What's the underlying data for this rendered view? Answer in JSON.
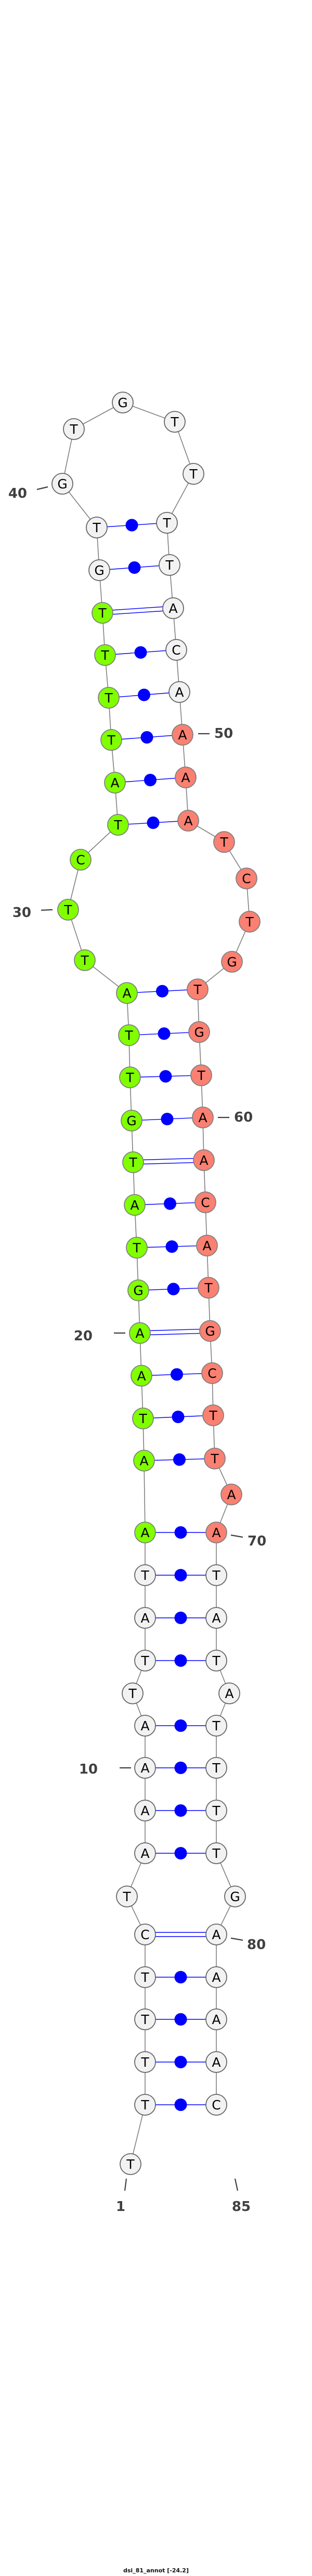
{
  "title": "dsi_81_annot [-24.2]",
  "colors": {
    "default_fill": "#f2f2f2",
    "green_fill": "#80ff00",
    "red_fill": "#fa8072",
    "backbone": "#808080",
    "pair": "#0000ff",
    "outline_default": "#666666",
    "outline_colored": "#808080"
  },
  "sequence": "TTTTTCTAAAATTATAATAAGTATGTTATTCTATTTTGTGTGTTTTACAAAATCTGTGTAACATGCTTAATATATTTTGAAAAC",
  "green_range": [
    16,
    37
  ],
  "red_range": [
    50,
    70
  ],
  "pairs": [
    [
      2,
      84,
      "single"
    ],
    [
      3,
      83,
      "single"
    ],
    [
      4,
      82,
      "single"
    ],
    [
      5,
      81,
      "single"
    ],
    [
      6,
      80,
      "double"
    ],
    [
      8,
      78,
      "single"
    ],
    [
      9,
      77,
      "single"
    ],
    [
      10,
      76,
      "single"
    ],
    [
      11,
      75,
      "single"
    ],
    [
      13,
      73,
      "single"
    ],
    [
      14,
      72,
      "single"
    ],
    [
      15,
      71,
      "single"
    ],
    [
      16,
      70,
      "single"
    ],
    [
      17,
      68,
      "single"
    ],
    [
      18,
      67,
      "single"
    ],
    [
      19,
      66,
      "single"
    ],
    [
      20,
      65,
      "double"
    ],
    [
      21,
      64,
      "single"
    ],
    [
      22,
      63,
      "single"
    ],
    [
      23,
      62,
      "single"
    ],
    [
      24,
      61,
      "double"
    ],
    [
      25,
      60,
      "single"
    ],
    [
      26,
      59,
      "single"
    ],
    [
      27,
      58,
      "single"
    ],
    [
      28,
      57,
      "single"
    ],
    [
      32,
      52,
      "single"
    ],
    [
      33,
      51,
      "single"
    ],
    [
      34,
      50,
      "single"
    ],
    [
      35,
      49,
      "single"
    ],
    [
      36,
      48,
      "single"
    ],
    [
      37,
      47,
      "double"
    ],
    [
      38,
      46,
      "single"
    ],
    [
      39,
      45,
      "single"
    ]
  ],
  "position_labels": [
    "1",
    "10",
    "20",
    "30",
    "40",
    "50",
    "60",
    "70",
    "80",
    "85"
  ]
}
